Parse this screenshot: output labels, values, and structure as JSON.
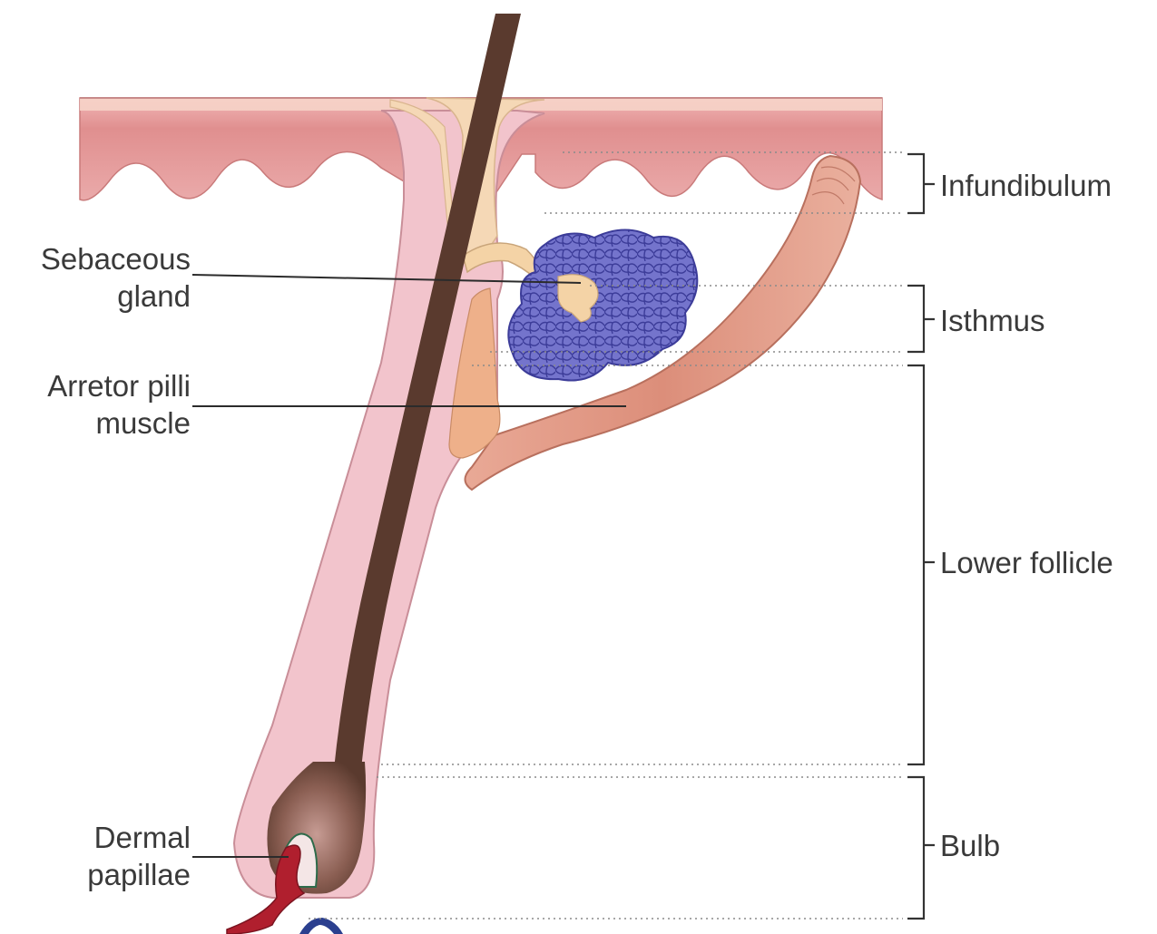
{
  "labels": {
    "sebaceous_line1": "Sebaceous",
    "sebaceous_line2": "gland",
    "arrector_line1": "Arretor pilli",
    "arrector_line2": "muscle",
    "dermal_line1": "Dermal",
    "dermal_line2": "papillae"
  },
  "regions": {
    "infundibulum": "Infundibulum",
    "isthmus": "Isthmus",
    "lower_follicle": "Lower follicle",
    "bulb": "Bulb"
  },
  "colors": {
    "epidermis": "#e8a3a3",
    "epidermis_edge": "#c97a7a",
    "sheath": "#f3c6cc",
    "sheath_edge": "#c98e98",
    "hair_shaft": "#5a3a2e",
    "sebum": "#f3d3a8",
    "gland": "#6f6fc7",
    "gland_edge": "#3c3c99",
    "muscle": "#e6a08e",
    "muscle_edge": "#b8705e",
    "vessel_red": "#b01f2e",
    "vessel_blue": "#2b3f8f"
  }
}
